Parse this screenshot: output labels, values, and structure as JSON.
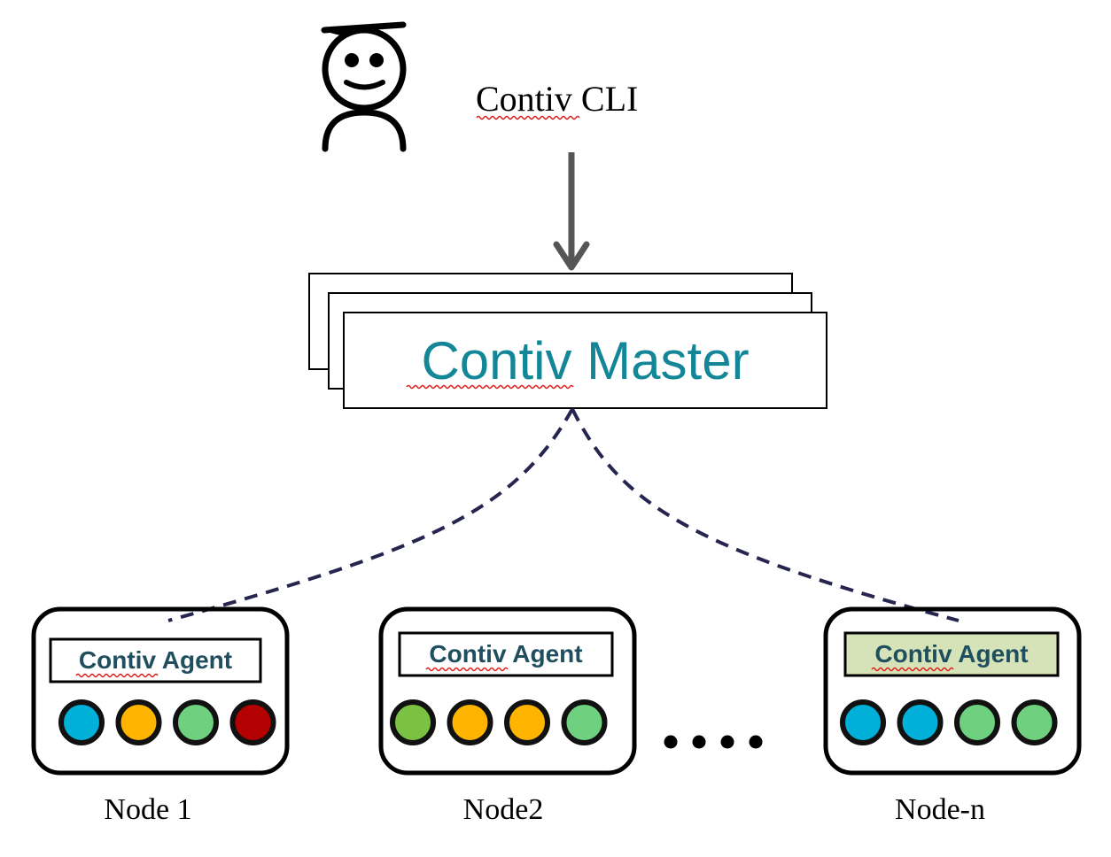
{
  "cli": {
    "label": "Contiv CLI"
  },
  "master": {
    "label": "Contiv Master"
  },
  "nodes": [
    {
      "name": "Node 1",
      "agent_label": "Contiv Agent",
      "agent_highlighted": false,
      "containers": [
        "#00b0d8",
        "#ffb400",
        "#6fd17f",
        "#b30000"
      ]
    },
    {
      "name": "Node2",
      "agent_label": "Contiv Agent",
      "agent_highlighted": false,
      "containers": [
        "#7cc242",
        "#ffb400",
        "#ffb400",
        "#6fd17f"
      ]
    },
    {
      "name": "Node-n",
      "agent_label": "Contiv Agent",
      "agent_highlighted": true,
      "containers": [
        "#00b0d8",
        "#00b0d8",
        "#6fd17f",
        "#6fd17f"
      ]
    }
  ],
  "ellipsis": "....",
  "colors": {
    "master_text": "#138797",
    "agent_text": "#1f4e5f",
    "agent_highlight_fill": "#d6e3b8",
    "connector": "#252550",
    "arrow": "#555555"
  },
  "icons": {
    "user": "user-icon",
    "arrow": "arrow-down-icon"
  }
}
